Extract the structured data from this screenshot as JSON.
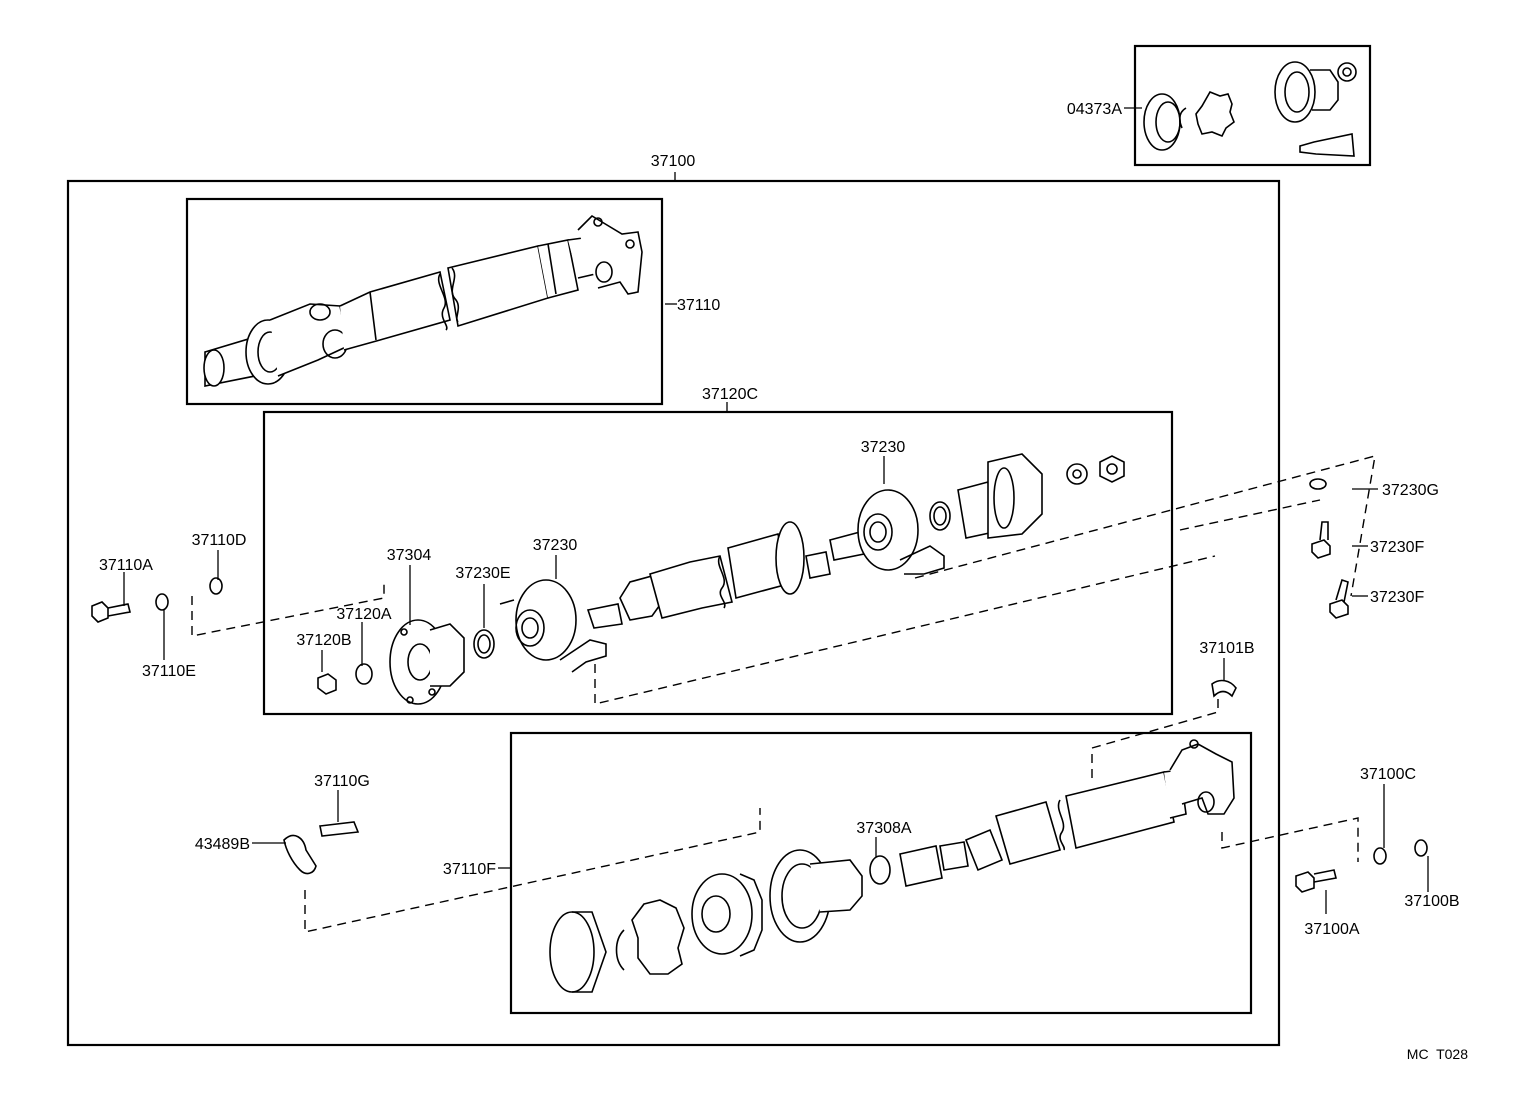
{
  "diagram": {
    "corner_code": "MC  T028",
    "labels": {
      "p04373A": "04373A",
      "p37100": "37100",
      "p37110": "37110",
      "p37120C": "37120C",
      "p37230_top": "37230",
      "p37230_mid": "37230",
      "p37230G": "37230G",
      "p37230F_a": "37230F",
      "p37230F_b": "37230F",
      "p37110A": "37110A",
      "p37110D": "37110D",
      "p37110E": "37110E",
      "p37304": "37304",
      "p37230E": "37230E",
      "p37120A": "37120A",
      "p37120B": "37120B",
      "p37101B": "37101B",
      "p37110G": "37110G",
      "p43489B": "43489B",
      "p37110F": "37110F",
      "p37308A": "37308A",
      "p37100C": "37100C",
      "p37100A": "37100A",
      "p37100B": "37100B"
    }
  }
}
